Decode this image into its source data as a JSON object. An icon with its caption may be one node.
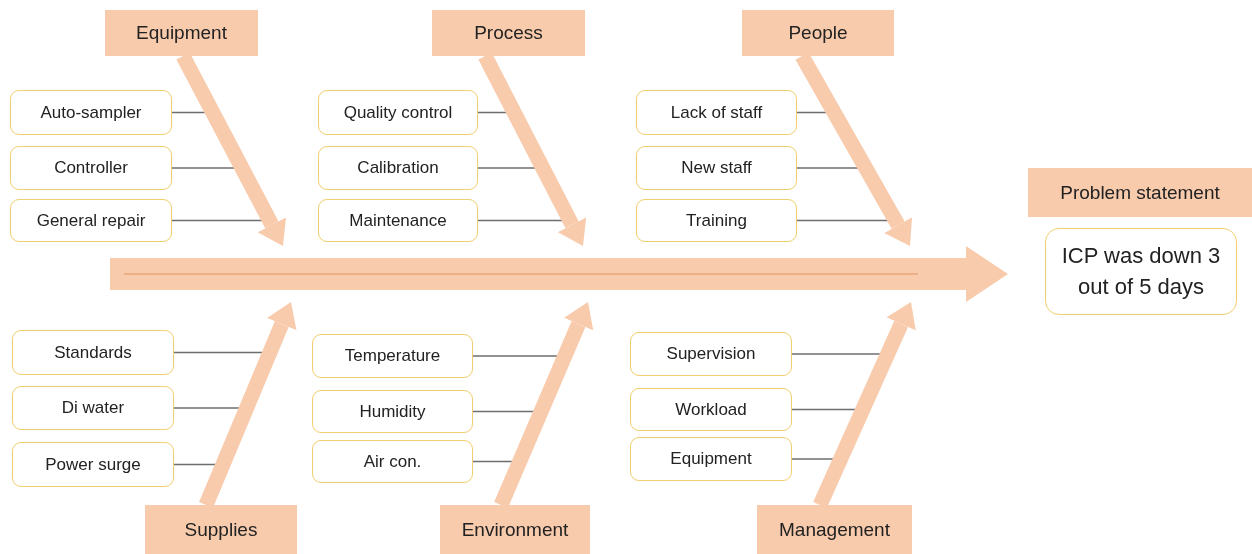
{
  "diagram": {
    "nodes": [
      {
        "text": [
          "Equipment"
        ]
      },
      {
        "text": [
          "Auto-sampler"
        ]
      },
      {
        "text": [
          "Controller"
        ]
      },
      {
        "text": [
          "General repair"
        ]
      },
      {
        "text": [
          "Process"
        ]
      },
      {
        "text": [
          "Quality control"
        ]
      },
      {
        "text": [
          "Calibration"
        ]
      },
      {
        "text": [
          "Maintenance"
        ]
      },
      {
        "text": [
          "People"
        ]
      },
      {
        "text": [
          "Lack of staff"
        ]
      },
      {
        "text": [
          "New staff"
        ]
      },
      {
        "text": [
          "Training"
        ]
      },
      {
        "text": [
          "Problem statement"
        ]
      },
      {
        "text": [
          "ICP was down 3 out of 5 days"
        ]
      },
      {
        "text": [],
        "shape": "arrow"
      },
      {
        "text": [
          "Standards"
        ]
      },
      {
        "text": [
          "Di water"
        ]
      },
      {
        "text": [
          "Power surge"
        ]
      },
      {
        "text": [
          "Supplies"
        ]
      },
      {
        "text": [
          "Temperature"
        ]
      },
      {
        "text": [
          "Humidity"
        ]
      },
      {
        "text": [
          "Air con."
        ]
      },
      {
        "text": [
          "Environment"
        ]
      },
      {
        "text": [
          "Supervision"
        ]
      },
      {
        "text": [
          "Workload"
        ]
      },
      {
        "text": [
          "Equipment"
        ]
      },
      {
        "text": [
          "Management"
        ]
      }
    ],
    "edges": [
      {
        "from": 0,
        "to": 14,
        "arrow": "to",
        "style": "thick",
        "color": "#f8cbad"
      },
      {
        "from": 1,
        "to": null,
        "arrow": "none"
      },
      {
        "from": 2,
        "to": null,
        "arrow": "none"
      },
      {
        "from": 3,
        "to": null,
        "arrow": "none"
      },
      {
        "from": 4,
        "to": 14,
        "arrow": "to",
        "style": "thick",
        "color": "#f8cbad"
      },
      {
        "from": 5,
        "to": null,
        "arrow": "none"
      },
      {
        "from": 6,
        "to": null,
        "arrow": "none"
      },
      {
        "from": 7,
        "to": null,
        "arrow": "none"
      },
      {
        "from": 8,
        "to": 14,
        "arrow": "to",
        "style": "thick",
        "color": "#f8cbad"
      },
      {
        "from": 9,
        "to": null,
        "arrow": "none"
      },
      {
        "from": 10,
        "to": null,
        "arrow": "none"
      },
      {
        "from": 11,
        "to": null,
        "arrow": "none"
      },
      {
        "from": 18,
        "to": 14,
        "arrow": "to",
        "style": "thick",
        "color": "#f8cbad"
      },
      {
        "from": 15,
        "to": null,
        "arrow": "none"
      },
      {
        "from": 16,
        "to": null,
        "arrow": "none"
      },
      {
        "from": 17,
        "to": null,
        "arrow": "none"
      },
      {
        "from": 22,
        "to": 14,
        "arrow": "to",
        "style": "thick",
        "color": "#f8cbad"
      },
      {
        "from": 19,
        "to": null,
        "arrow": "none"
      },
      {
        "from": 20,
        "to": null,
        "arrow": "none"
      },
      {
        "from": 21,
        "to": null,
        "arrow": "none"
      },
      {
        "from": 26,
        "to": 14,
        "arrow": "to",
        "style": "thick",
        "color": "#f8cbad"
      },
      {
        "from": 23,
        "to": null,
        "arrow": "none"
      },
      {
        "from": 24,
        "to": null,
        "arrow": "none"
      },
      {
        "from": 25,
        "to": null,
        "arrow": "none"
      }
    ]
  }
}
